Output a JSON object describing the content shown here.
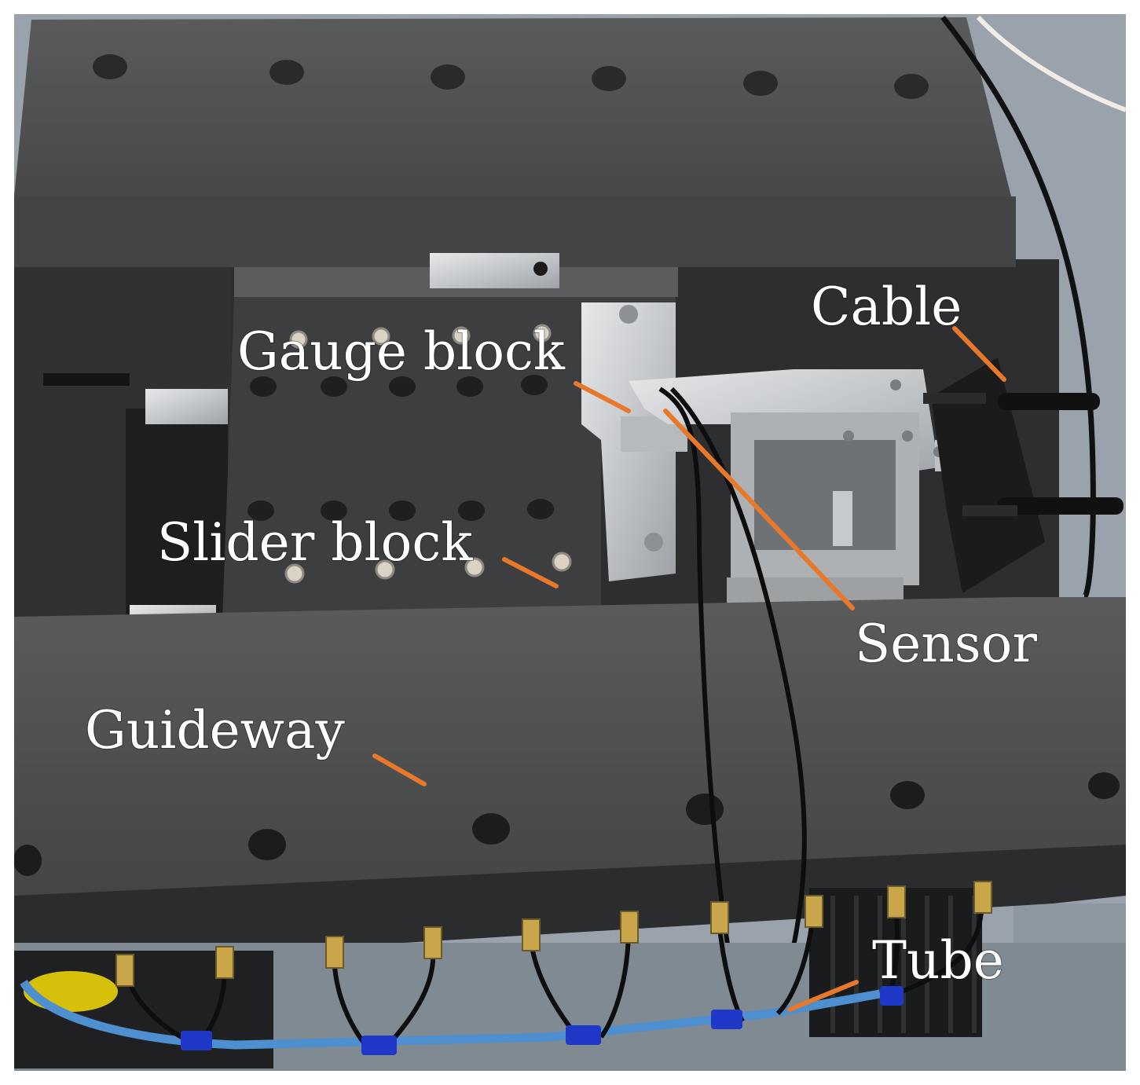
{
  "figure": {
    "labels": {
      "cable": "Cable",
      "gauge_block": "Gauge block",
      "slider_block": "Slider block",
      "sensor": "Sensor",
      "guideway": "Guideway",
      "tube": "Tube"
    },
    "colors": {
      "leader_line": "#E8782A",
      "label_text": "#FFFFFF",
      "granite": "#4a4b4b",
      "granite_dark": "#303132",
      "steel": "#c9cccf",
      "floor": "#9aa3ac",
      "air_tube": "#4e8fd0"
    }
  }
}
